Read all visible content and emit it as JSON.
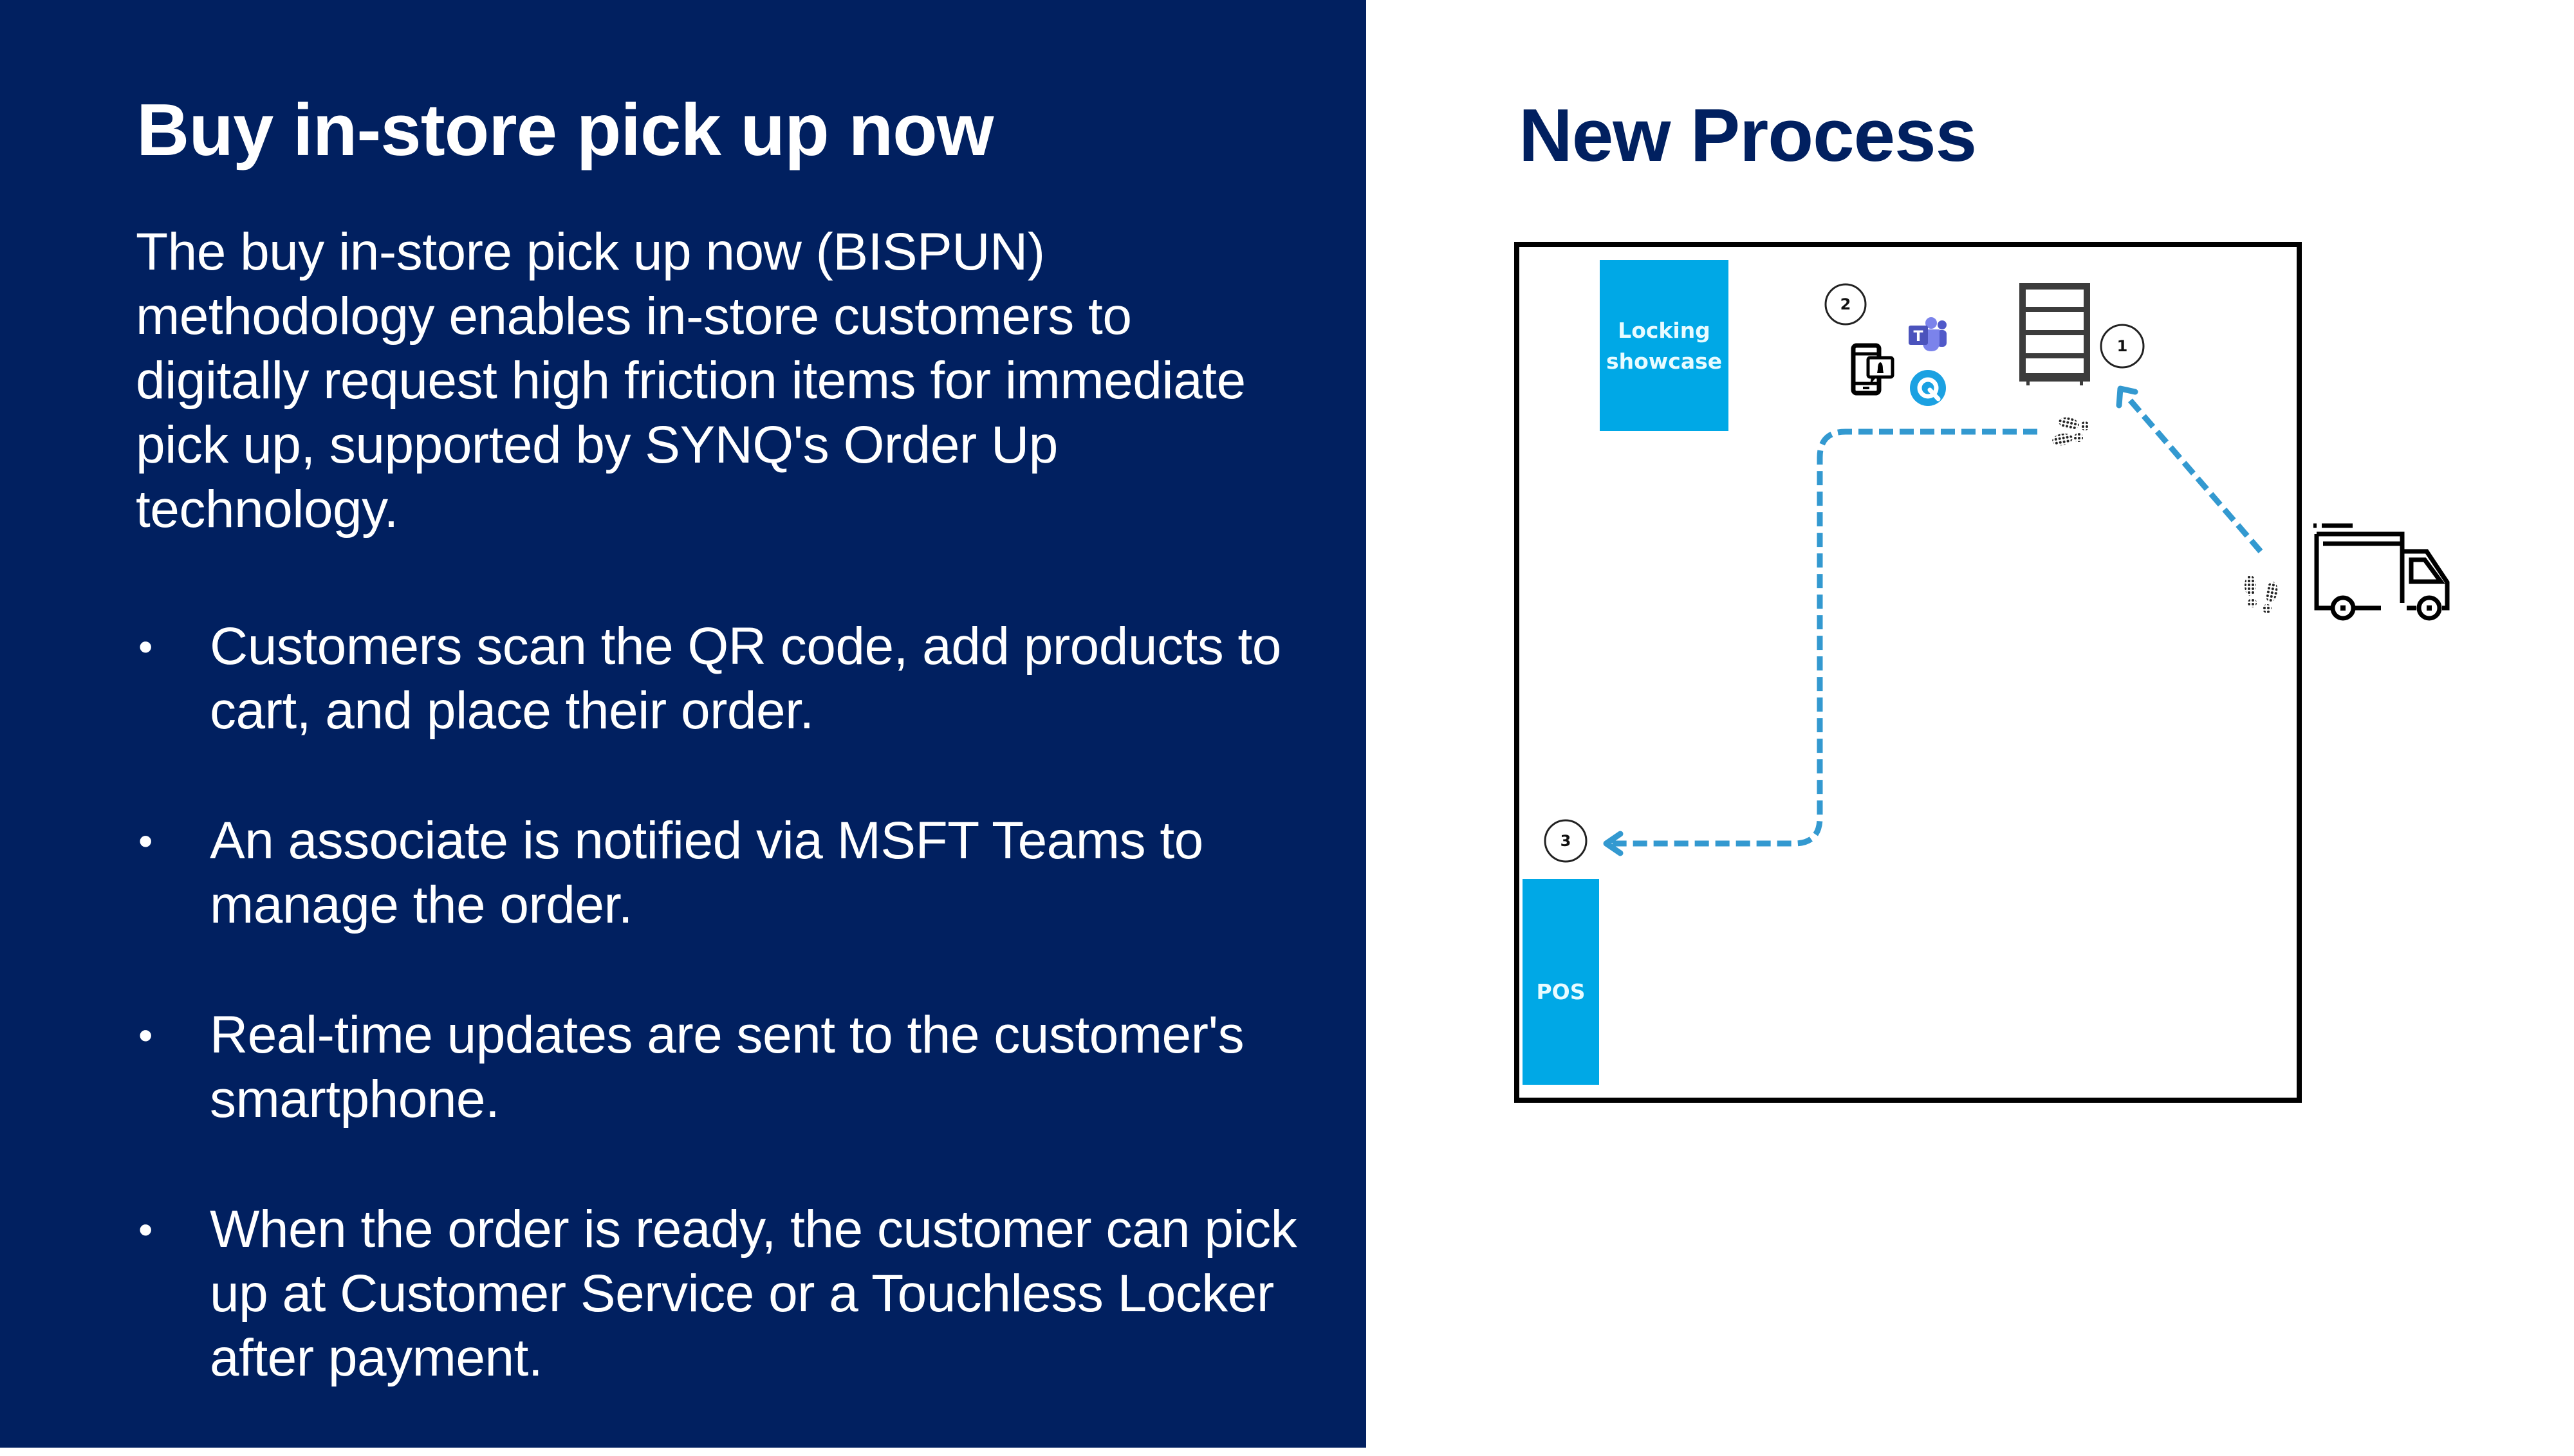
{
  "slide": {
    "title": "Buy in-store pick up now",
    "intro": "The buy in-store pick up now (BISPUN) methodology enables in-store customers to digitally request high friction items for immediate pick up, supported by SYNQ's Order Up technology.",
    "bullets": [
      "Customers scan the QR code, add products to cart, and place their order.",
      "An associate is notified via MSFT Teams to manage the order.",
      "Real-time updates are sent to the customer's smartphone.",
      "When the order is ready, the customer can pick up at Customer Service or a Touchless Locker after payment."
    ],
    "bullet_glyph": "•"
  },
  "diagram": {
    "title": "New Process",
    "zones": {
      "locking_showcase": "Locking showcase",
      "pos": "POS"
    },
    "steps": [
      "1",
      "2",
      "3"
    ],
    "icons": {
      "shelf": "shelf-icon",
      "smartphone_notification": "smartphone-notification-icon",
      "teams": "microsoft-teams-icon",
      "synq_q": "synq-q-logo-icon",
      "footprints": "footprints-icon",
      "delivery_truck": "delivery-truck-icon"
    },
    "teams_letter": "T"
  },
  "colors": {
    "panel_bg": "#012060",
    "title_navy": "#012060",
    "zone_blue": "#00A8E6",
    "path_blue": "#3399D0",
    "teams_purple": "#5059C9",
    "synq_blue": "#1BA1E2"
  }
}
